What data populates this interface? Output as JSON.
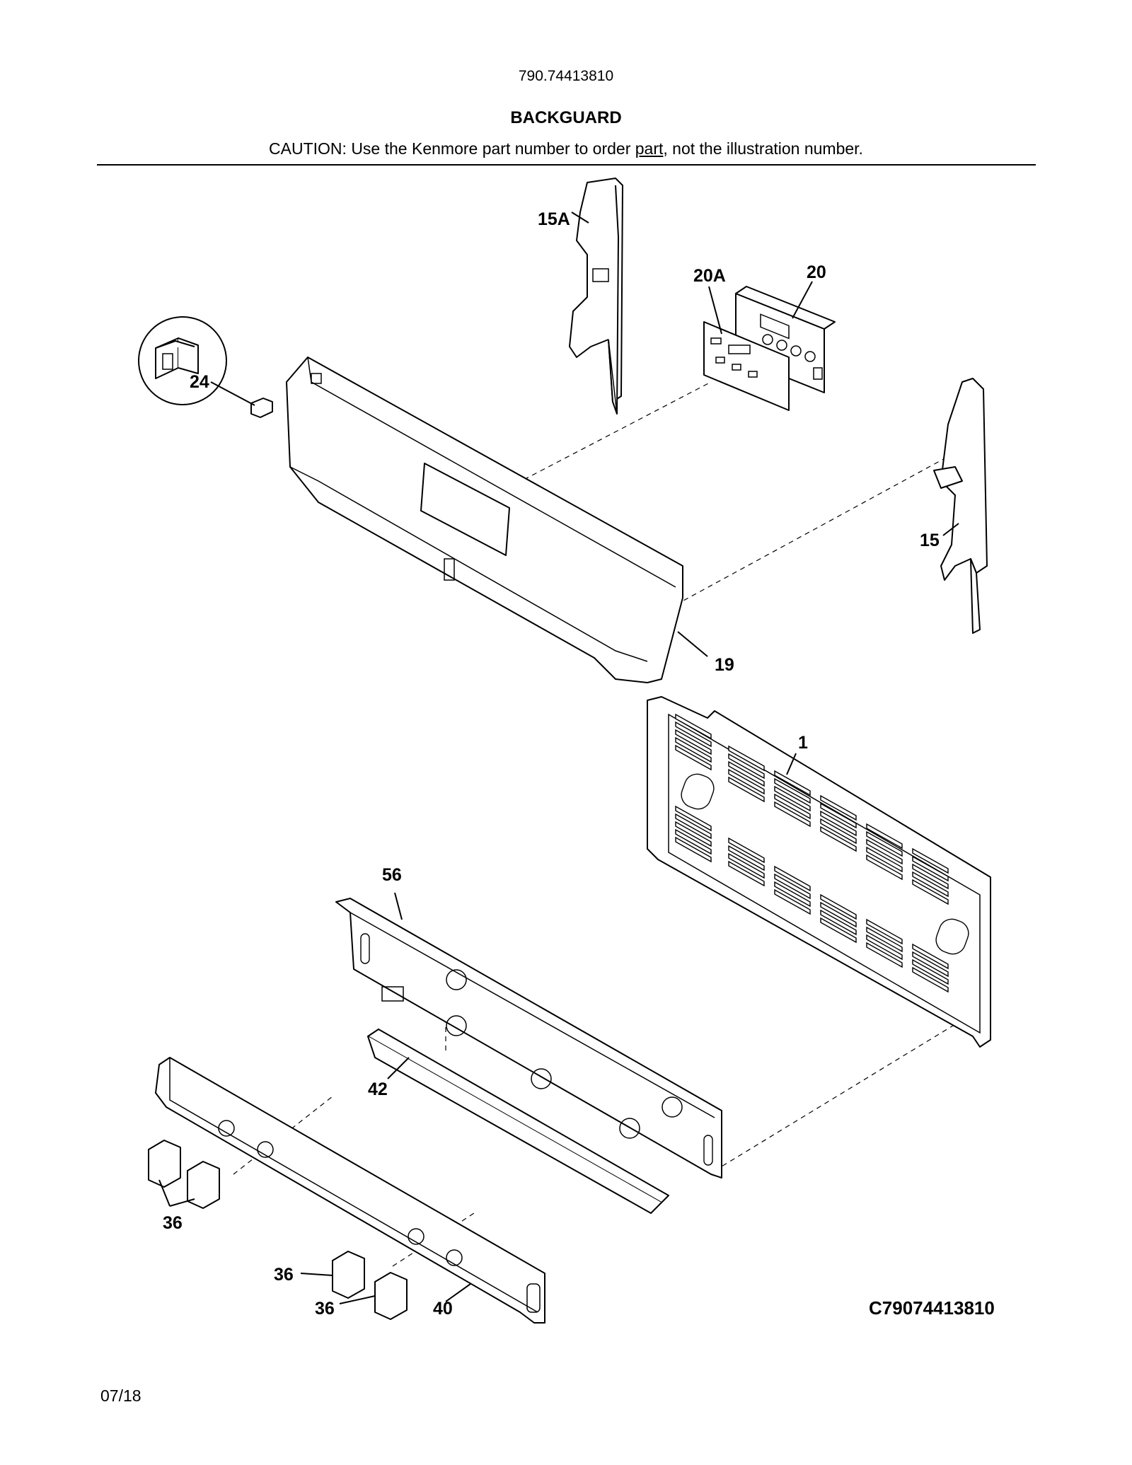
{
  "header": {
    "model_number": "790.74413810",
    "section_title": "BACKGUARD",
    "caution_before": "CAUTION: Use the Kenmore part number to order ",
    "caution_link": "part",
    "caution_after": ", not the illustration number."
  },
  "diagram": {
    "callouts": {
      "c15a": "15A",
      "c20a": "20A",
      "c20": "20",
      "c24": "24",
      "c15": "15",
      "c19": "19",
      "c1": "1",
      "c56": "56",
      "c42": "42",
      "c36a": "36",
      "c36b": "36",
      "c36c": "36",
      "c40": "40"
    },
    "drawing_code": "C79074413810"
  },
  "footer": {
    "date": "07/18"
  }
}
